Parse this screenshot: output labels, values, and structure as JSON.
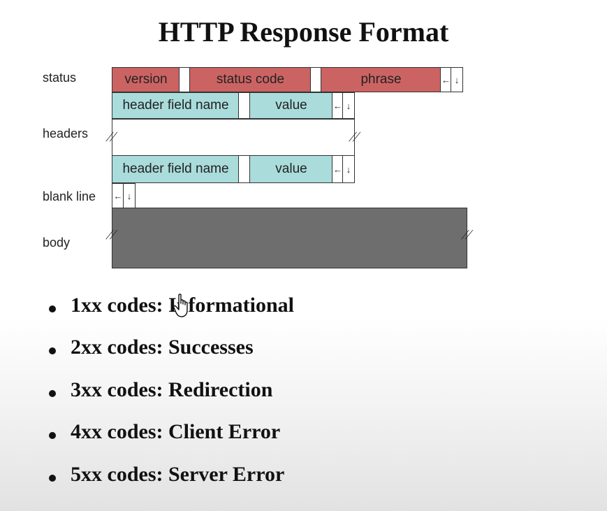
{
  "title": "HTTP Response Format",
  "labels": {
    "status": "status",
    "headers": "headers",
    "blank_line": "blank line",
    "body": "body"
  },
  "status_line": {
    "version": "version",
    "status_code": "status code",
    "phrase": "phrase"
  },
  "header_rows": [
    {
      "name": "header field name",
      "value": "value"
    },
    {
      "name": "header field name",
      "value": "value"
    }
  ],
  "symbols": {
    "sp": "←",
    "lf": "↓"
  },
  "bullets": [
    "1xx codes: Informational",
    "2xx codes: Successes",
    "3xx codes: Redirection",
    "4xx codes: Client Error",
    "5xx codes: Server Error"
  ],
  "colors": {
    "status_fill": "#cc6363",
    "header_fill": "#aadcdc",
    "body_fill": "#6e6e6e"
  },
  "icons": {
    "cursor": "hand-pointer-icon"
  }
}
